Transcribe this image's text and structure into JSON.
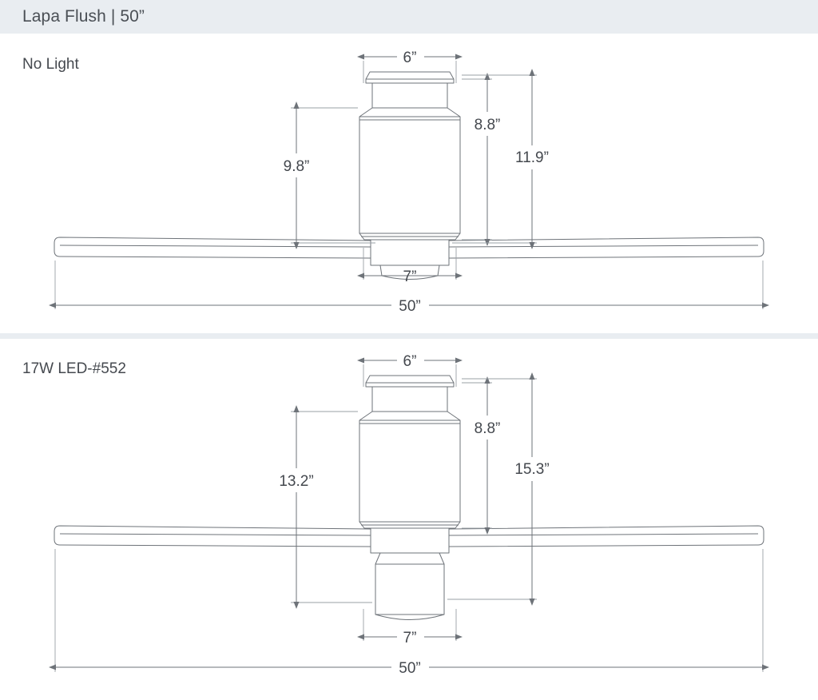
{
  "header": {
    "title": "Lapa Flush | 50”"
  },
  "panels": [
    {
      "label": "No Light",
      "dimensions": {
        "top_width": "6”",
        "housing_height": "8.8”",
        "overall_height": "11.9”",
        "left_height": "9.8”",
        "bottom_width": "7”",
        "blade_span": "50”"
      }
    },
    {
      "label": "17W LED-#552",
      "dimensions": {
        "top_width": "6”",
        "housing_height": "8.8”",
        "overall_height": "15.3”",
        "left_height": "13.2”",
        "bottom_width": "7”",
        "blade_span": "50”"
      }
    }
  ],
  "colors": {
    "band": "#e9edf1",
    "line": "#6e7379",
    "text": "#45494f"
  }
}
